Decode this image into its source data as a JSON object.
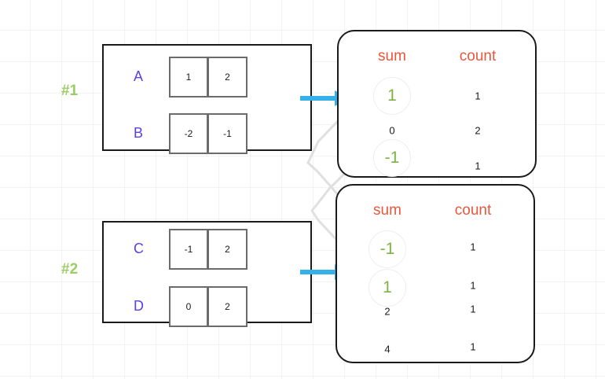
{
  "diagram": {
    "title": "sum-count aggregation diagram",
    "colors": {
      "grid": "#f2f2ee",
      "group_label": "#9ccc65",
      "row_label": "#5b3fe8",
      "header": "#e8573c",
      "circled_value": "#7cb342",
      "arrow": "#35b0e8",
      "box_border": "#1a1a1a",
      "cell_border": "#6b6b6b"
    },
    "groups": [
      {
        "label": "#1",
        "rows": [
          {
            "name": "A",
            "cells": [
              "1",
              "2"
            ]
          },
          {
            "name": "B",
            "cells": [
              "-2",
              "-1"
            ]
          }
        ]
      },
      {
        "label": "#2",
        "rows": [
          {
            "name": "C",
            "cells": [
              "-1",
              "2"
            ]
          },
          {
            "name": "D",
            "cells": [
              "0",
              "2"
            ]
          }
        ]
      }
    ],
    "panels": [
      {
        "headers": [
          "sum",
          "count"
        ],
        "rows": [
          {
            "sum": "1",
            "count": "1",
            "circled": true
          },
          {
            "sum": "0",
            "count": "2",
            "circled": false
          },
          {
            "sum": "-1",
            "count": "1",
            "circled": true
          }
        ]
      },
      {
        "headers": [
          "sum",
          "count"
        ],
        "rows": [
          {
            "sum": "-1",
            "count": "1",
            "circled": true
          },
          {
            "sum": "1",
            "count": "1",
            "circled": true
          },
          {
            "sum": "2",
            "count": "1",
            "circled": false
          },
          {
            "sum": "4",
            "count": "1",
            "circled": false
          }
        ]
      }
    ]
  }
}
